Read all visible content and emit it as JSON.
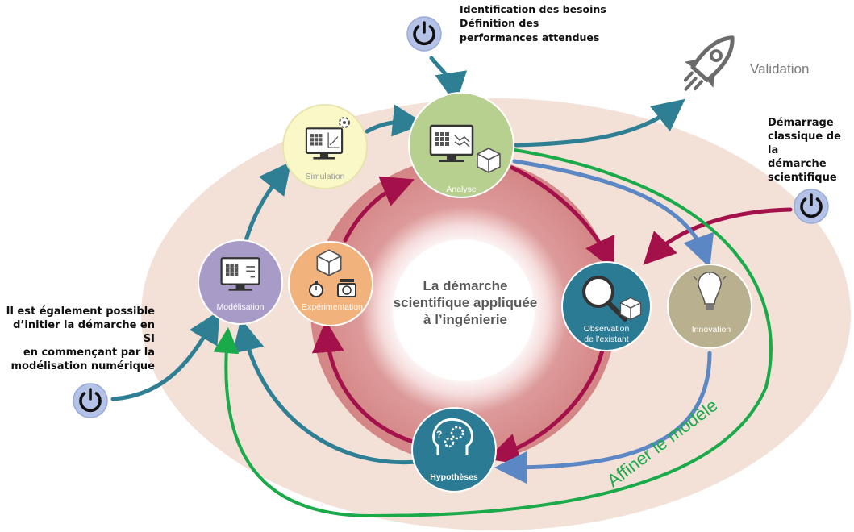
{
  "center": {
    "line1": "La démarche",
    "line2": "scientifique appliquée",
    "line3": "à l’ingénierie"
  },
  "nodes": {
    "analyse": "Analyse",
    "simulation": "Simulation",
    "modelisation": "Modélisation",
    "experimentation": "Expérimentation",
    "observation_l1": "Observation",
    "observation_l2": "de l’existant",
    "innovation": "Innovation",
    "hypotheses": "Hypothèses"
  },
  "labels": {
    "validation": "Validation",
    "affiner": "Affiner le modèle",
    "besoins_l1": "Identification des besoins",
    "besoins_l2": "Définition des",
    "besoins_l3": "performances attendues",
    "demarrage": "Démarrage\nclassique de la\ndémarche\nscientifique",
    "si_start": "Il est également possible\nd’initier la démarche en SI\nen commençant par la\nmodélisation numérique"
  },
  "colors": {
    "outer_ellipse": "#f3e1d8",
    "ring": "#d98e8e",
    "teal_arrow": "#2e7f94",
    "crimson_arrow": "#a3104a",
    "blue_arrow": "#5b87c5",
    "green_arrow": "#1aaa4a",
    "power_button": "#b3c2e6",
    "analyse": "#b7cf8f",
    "simulation": "#fbf8c8",
    "modelisation": "#a89bc8",
    "experimentation": "#f2b27c",
    "observation": "#2c7b95",
    "innovation": "#b9b08f",
    "hypotheses": "#2c7b95"
  },
  "icons": [
    "power-icon",
    "rocket-icon",
    "computer-cube-icon",
    "cube-icon",
    "stopwatch-icon",
    "scale-icon",
    "magnifier-icon",
    "lightbulb-icon",
    "head-gears-icon",
    "gear-icon"
  ]
}
